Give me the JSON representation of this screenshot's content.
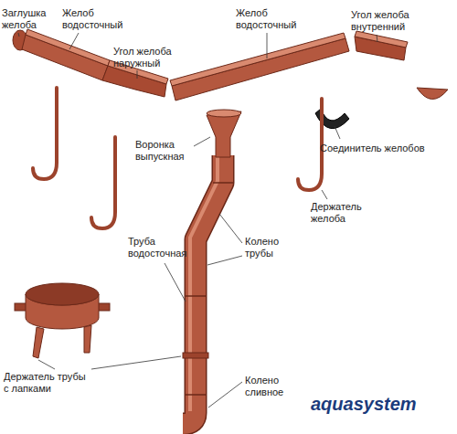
{
  "diagram": {
    "labels": [
      "Заглушка желоба",
      "Желоб водосточный",
      "Угол желоба наружный",
      "Желоб водосточный",
      "Угол желоба внутренний",
      "Воронка выпускная",
      "Соединитель желобов",
      "Держатель желоба",
      "Труба водосточная",
      "Колено трубы",
      "Держатель трубы с лапками",
      "Колено сливное",
      "aquasystem"
    ]
  }
}
